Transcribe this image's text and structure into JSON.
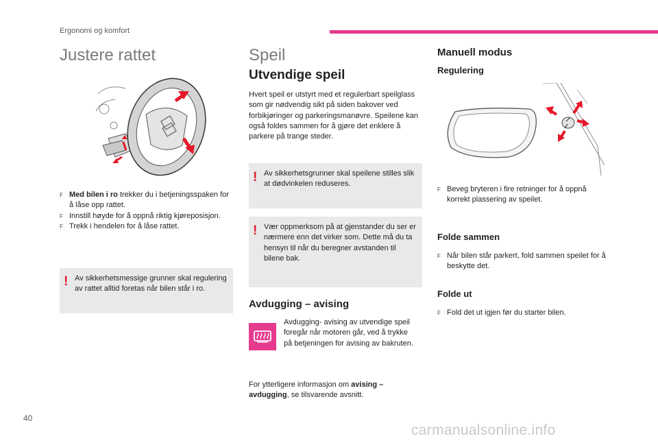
{
  "header": {
    "section": "Ergonomi og komfort"
  },
  "page_number": "40",
  "watermark": "carmanualsonline.info",
  "steering": {
    "title": "Justere rattet",
    "bullets": [
      {
        "bold": "Med bilen i ro",
        "text": " trekker du i betjeningsspaken for å låse opp rattet."
      },
      {
        "bold": "",
        "text": "Innstill høyde for å oppnå riktig kjøreposisjon."
      },
      {
        "bold": "",
        "text": "Trekk i hendelen for å låse rattet."
      }
    ],
    "warning": "Av sikkerhetsmessige grunner skal regulering av rattet alltid foretas når bilen står i ro."
  },
  "mirrors": {
    "title": "Speil",
    "subtitle": "Utvendige speil",
    "intro": "Hvert speil er utstyrt med et regulerbart speilglass som gir nødvendig sikt på siden bakover ved forbikjøringer og parkeringsmanøvre. Speilene kan også foldes sammen for å gjøre det enklere å parkere på trange steder.",
    "warning1": "Av sikkerhetsgrunner skal speilene stilles slik at dødvinkelen reduseres.",
    "warning2": "Vær oppmerksom på at gjenstander du ser er nærmere enn det virker som. Dette må du ta hensyn til når du beregner avstanden til bilene bak.",
    "defrost_title": "Avdugging – avising",
    "defrost_text": "Avdugging- avising av utvendige speil foregår når motoren går, ved å trykke på betjeningen for avising av bakruten.",
    "more_info_prefix": "For ytterligere informasjon om ",
    "more_info_bold": "avising – avdugging",
    "more_info_suffix": ", se tilsvarende avsnitt."
  },
  "manual": {
    "title": "Manuell modus",
    "adjust_title": "Regulering",
    "adjust_bullet": "Beveg bryteren i fire retninger for å oppnå korrekt plassering av speilet.",
    "fold_title": "Folde sammen",
    "fold_bullet": "Når bilen står parkert, fold sammen speilet for å beskytte det.",
    "unfold_title": "Folde ut",
    "unfold_bullet": "Fold det ut igjen før du starter bilen."
  },
  "icons": {
    "bullet": "F",
    "warning": "!"
  },
  "colors": {
    "accent": "#e53a8d",
    "warning": "#e5192a",
    "note_bg": "#e9e9e9"
  }
}
